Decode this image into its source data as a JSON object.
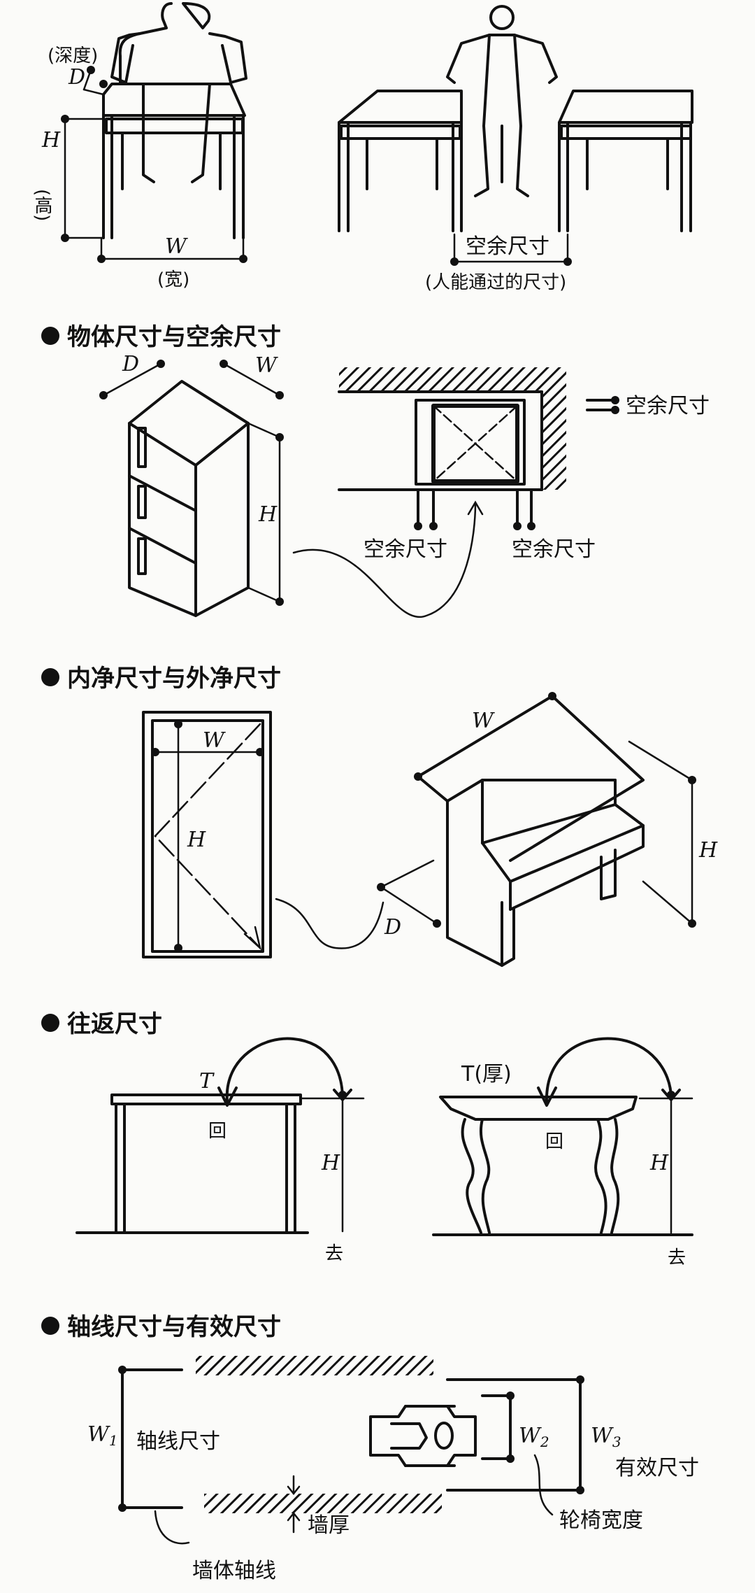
{
  "top": {
    "depth_paren": "(深度)",
    "depth_symbol": "D",
    "height_symbol": "H",
    "height_paren": "(高)",
    "width_symbol": "W",
    "width_paren": "(宽)",
    "clearance_label": "空余尺寸",
    "clearance_note": "(人能通过的尺寸)"
  },
  "sections": {
    "s1": {
      "title": "物体尺寸与空余尺寸",
      "d": "D",
      "w": "W",
      "h": "H",
      "legend": "空余尺寸",
      "clear_left": "空余尺寸",
      "clear_right": "空余尺寸"
    },
    "s2": {
      "title": "内净尺寸与外净尺寸",
      "door_w": "W",
      "door_h": "H",
      "cab_w": "W",
      "cab_h": "H",
      "cab_d": "D"
    },
    "s3": {
      "title": "往返尺寸",
      "left_t": "T",
      "left_back": "回",
      "left_h": "H",
      "left_go": "去",
      "right_t": "T(厚)",
      "right_back": "回",
      "right_h": "H",
      "right_go": "去"
    },
    "s4": {
      "title": "轴线尺寸与有效尺寸",
      "w1": "W",
      "w1_sub": "1",
      "axis_dim": "轴线尺寸",
      "w2": "W",
      "w2_sub": "2",
      "w3": "W",
      "w3_sub": "3",
      "effective": "有效尺寸",
      "wheelchair_width": "轮椅宽度",
      "wall_axis": "墙体轴线",
      "wall_thickness": "墙厚"
    }
  }
}
